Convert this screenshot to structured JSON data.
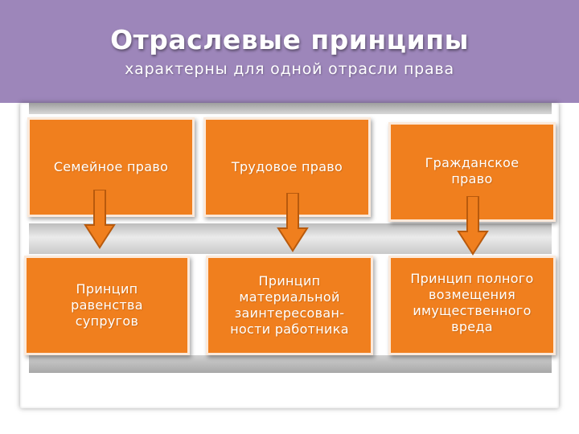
{
  "header": {
    "title": "Отраслевые принципы",
    "subtitle": "характерны для одной отрасли права"
  },
  "branches": [
    {
      "label": "Семейное право",
      "principle": "Принцип\nравенства\nсупругов"
    },
    {
      "label": "Трудовое право",
      "principle": "Принцип\nматериальной\nзаинтересован-\nности работника"
    },
    {
      "label": "Гражданское\nправо",
      "principle": "Принцип полного\nвозмещения\nимущественного\nвреда"
    }
  ],
  "colors": {
    "header": "#9d86ba",
    "box": "#f07f1e",
    "box_border": "#fbe9da",
    "arrow": "#f07f1e"
  }
}
